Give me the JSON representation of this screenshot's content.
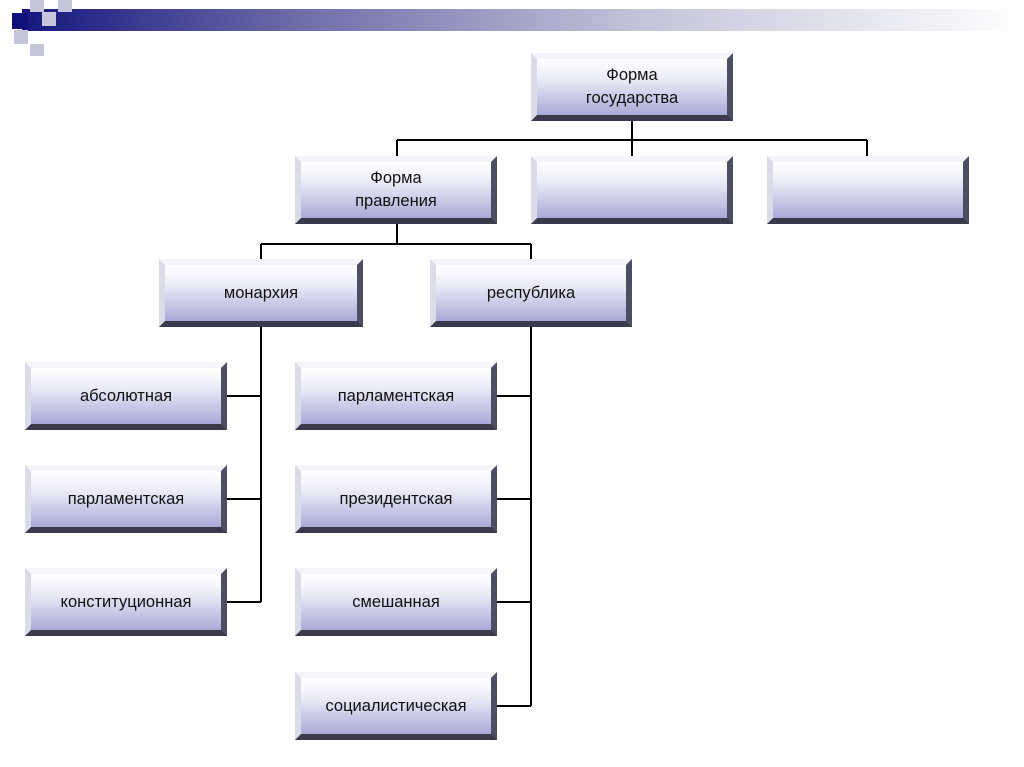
{
  "diagram": {
    "nodes": {
      "root": {
        "label": "Форма\nгосударства"
      },
      "government_form": {
        "label": "Форма\nправления"
      },
      "empty_1": {
        "label": ""
      },
      "empty_2": {
        "label": ""
      },
      "monarchy": {
        "label": "монархия"
      },
      "republic": {
        "label": "республика"
      },
      "monarchy_types": [
        {
          "label": "абсолютная"
        },
        {
          "label": "парламентская"
        },
        {
          "label": "конституционная"
        }
      ],
      "republic_types": [
        {
          "label": "парламентская"
        },
        {
          "label": "президентская"
        },
        {
          "label": "смешанная"
        },
        {
          "label": "социалистическая"
        }
      ]
    },
    "colors": {
      "header_dark": "#16167e",
      "header_light": "#ffffff",
      "box_gradient_top": "#ffffff",
      "box_gradient_bottom": "#a9a9d8",
      "connector": "#000000"
    }
  }
}
